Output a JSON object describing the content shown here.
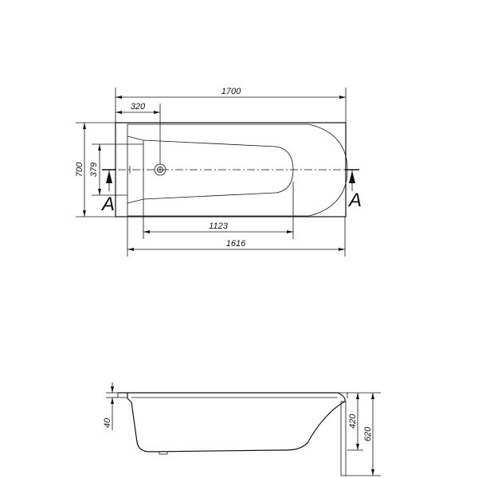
{
  "drawing": {
    "top_view": {
      "dimensions": {
        "total_length": "1700",
        "drain_offset": "320",
        "total_width": "700",
        "drain_height": "379",
        "inner_bottom_length": "1123",
        "inner_length": "1616"
      },
      "section_markers": {
        "left": "A",
        "right": "A"
      }
    },
    "side_view": {
      "dimensions": {
        "rim_thickness": "40",
        "tub_depth": "420",
        "total_height": "620"
      }
    }
  }
}
